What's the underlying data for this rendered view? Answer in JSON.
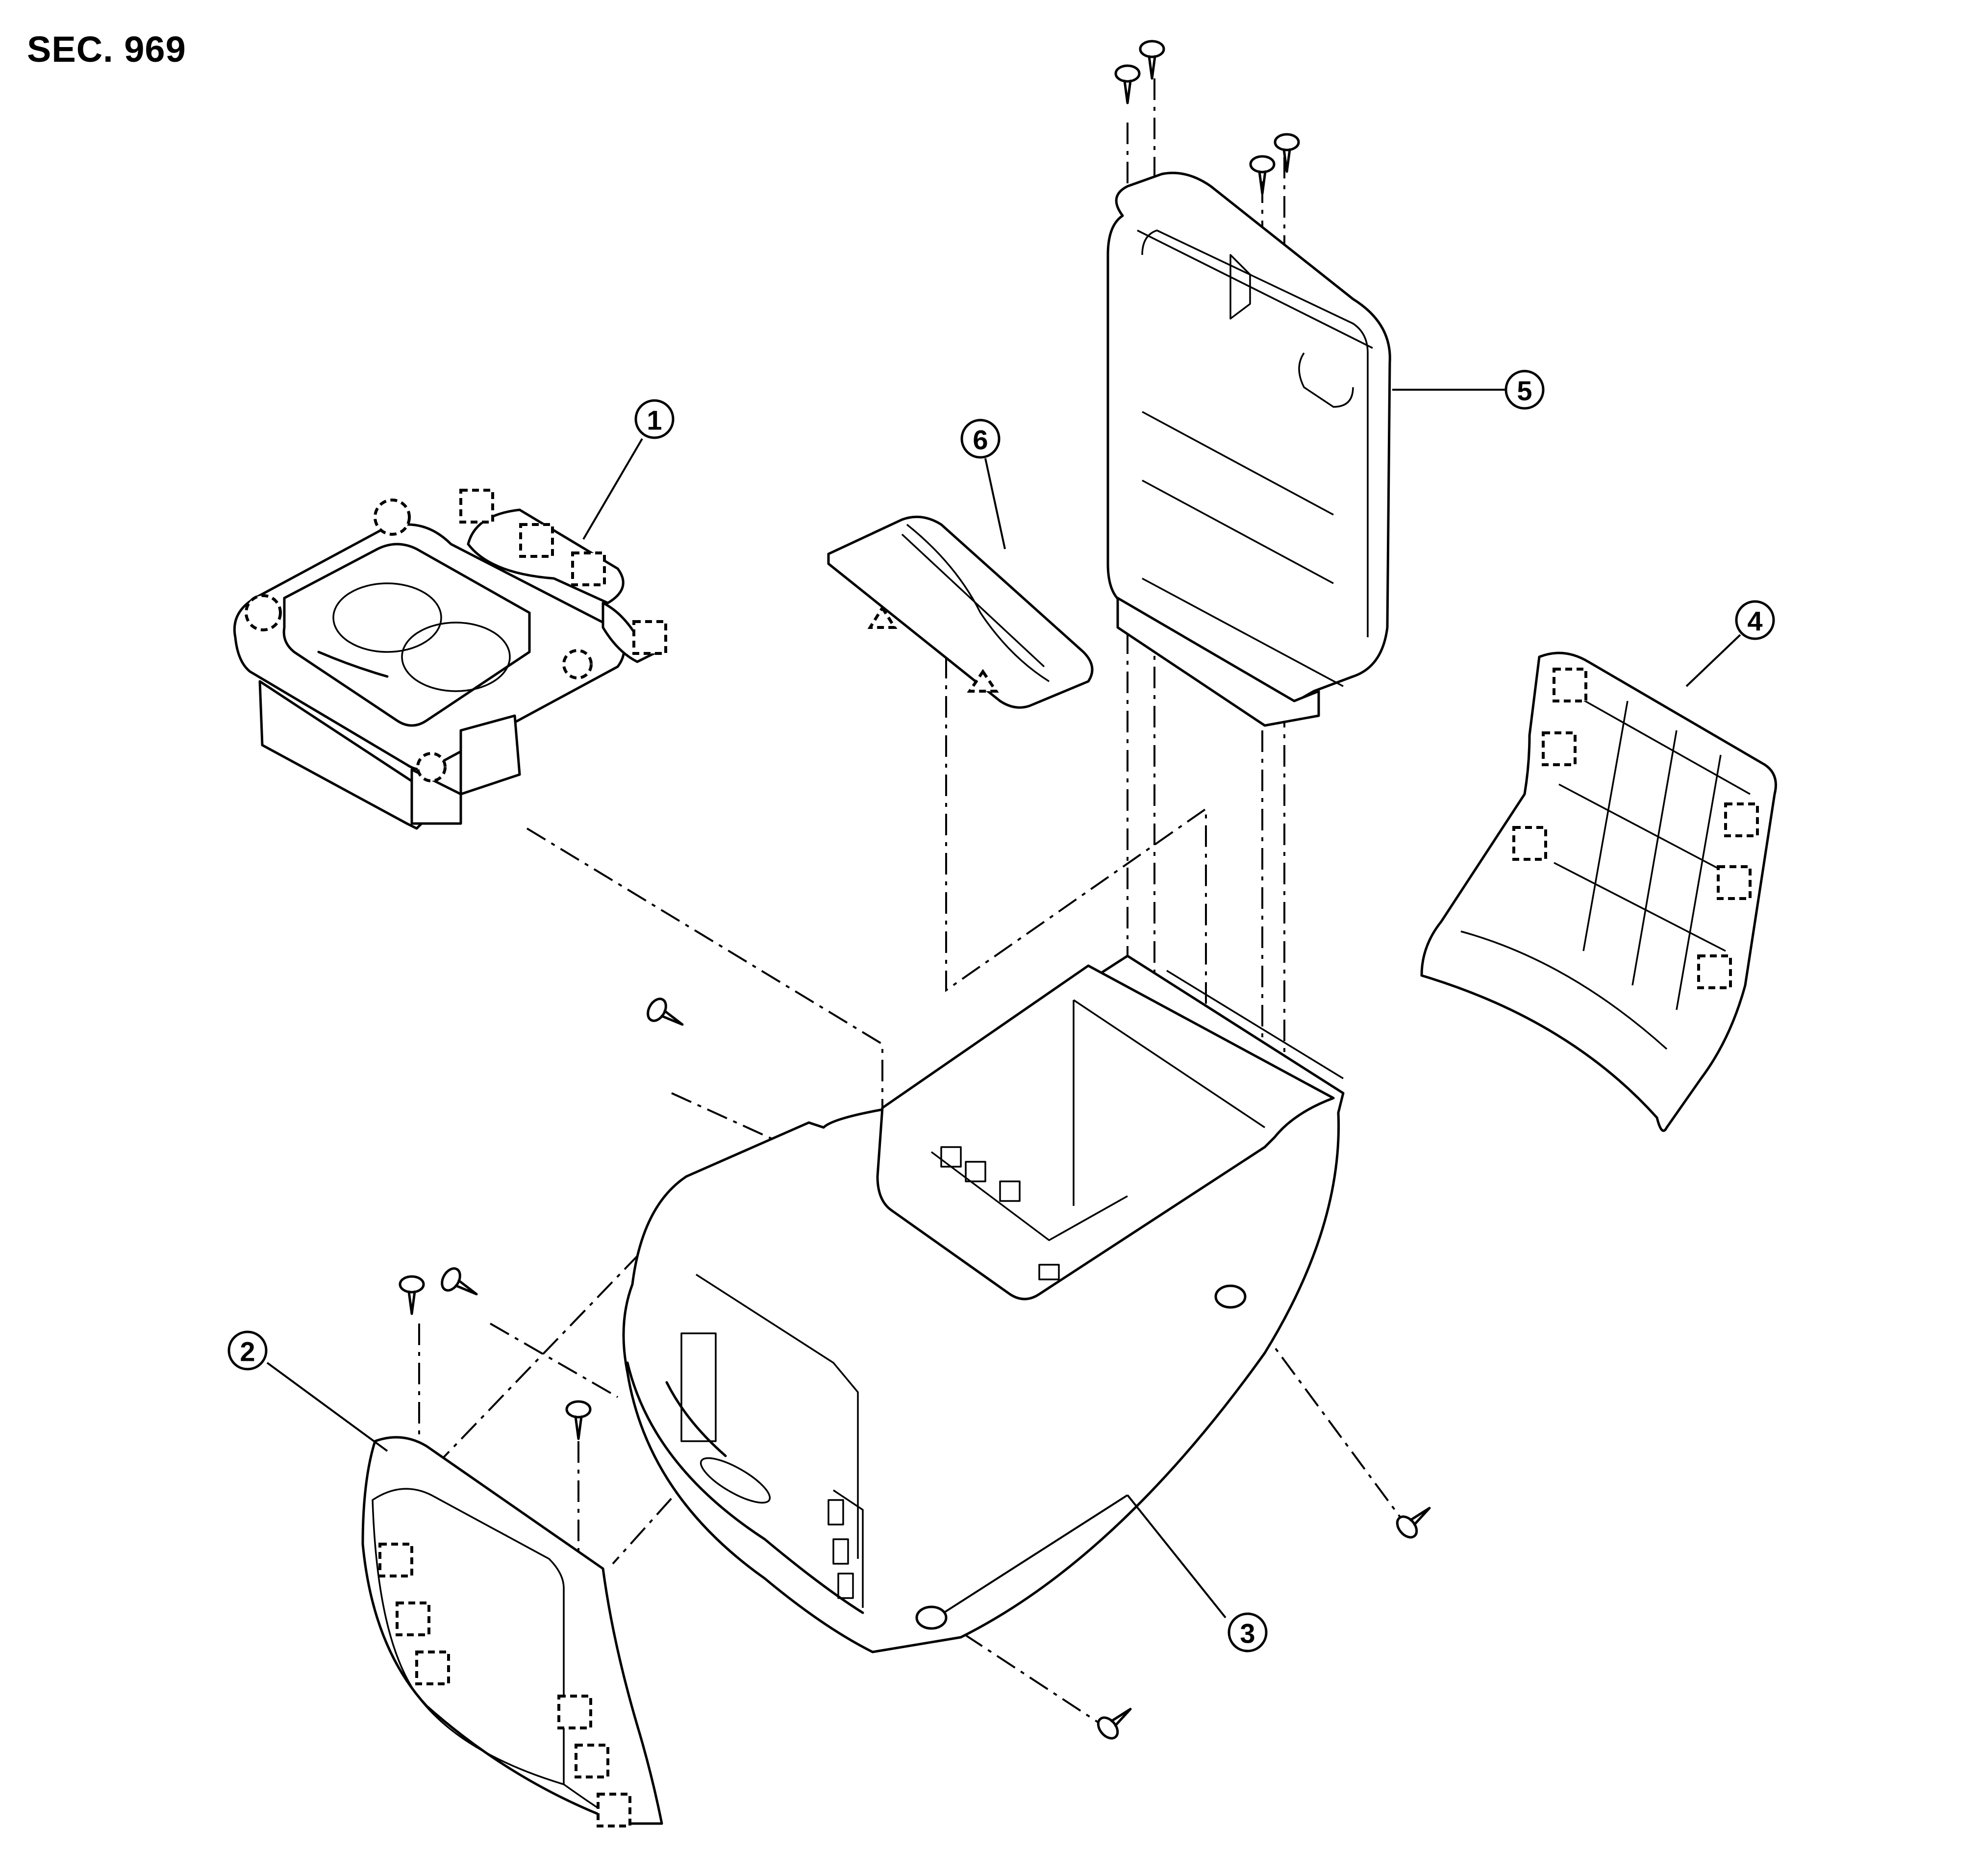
{
  "section_label": "SEC. 969",
  "callouts": [
    "1",
    "2",
    "3",
    "4",
    "5",
    "6"
  ]
}
